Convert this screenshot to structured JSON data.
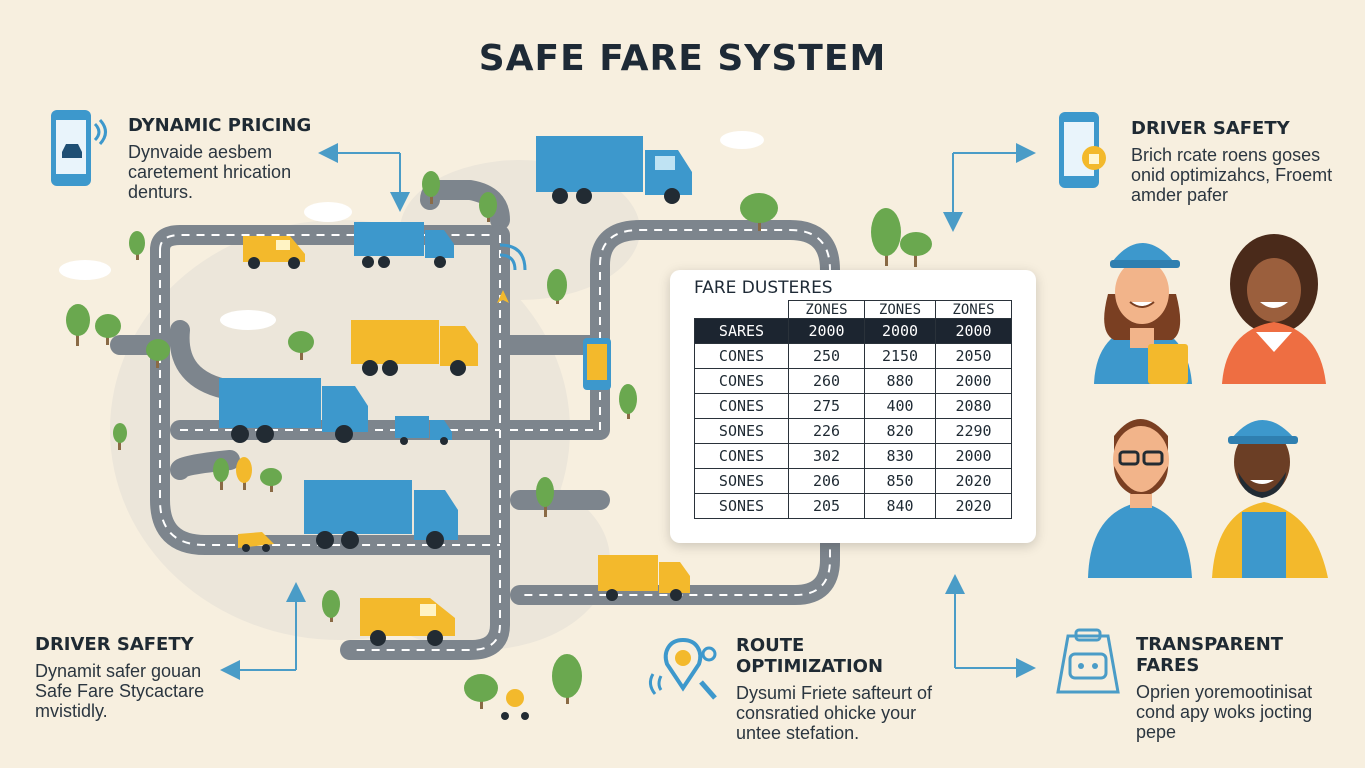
{
  "title": "SAFE FARE SYSTEM",
  "features": {
    "dynamic_pricing": {
      "heading": "DYNAMIC PRICING",
      "body": [
        "Dynvaide aesbem",
        "caretement hrication",
        "denturs."
      ]
    },
    "driver_safety_top": {
      "heading": "DRIVER SAFETY",
      "body": [
        "Brich rcate roens goses",
        "onid optimizahcs, Froemt",
        "amder pafer"
      ]
    },
    "driver_safety_bottom": {
      "heading": "DRIVER SAFETY",
      "body": [
        "Dynamit safer gouan",
        "Safe Fare Stycactare",
        "mvistidly."
      ]
    },
    "route_optimization": {
      "heading": "ROUTE OPTIMIZATION",
      "body": [
        "Dysumi Friete safteurt of",
        "consratied ohicke your",
        "untee stefation."
      ]
    },
    "transparent_fares": {
      "heading": "TRANSPARENT FARES",
      "body": [
        "Oprien yoremootinisat",
        "cond apy woks jocting",
        "pepe"
      ]
    }
  },
  "fare_table": {
    "title": "FARE DUSTERES",
    "columns": [
      "",
      "ZONES",
      "ZONES",
      "ZONES"
    ],
    "highlight_row": [
      "SARES",
      "2000",
      "2000",
      "2000"
    ],
    "rows": [
      [
        "CONES",
        "250",
        "2150",
        "2050"
      ],
      [
        "CONES",
        "260",
        "880",
        "2000"
      ],
      [
        "CONES",
        "275",
        "400",
        "2080"
      ],
      [
        "SONES",
        "226",
        "820",
        "2290"
      ],
      [
        "CONES",
        "302",
        "830",
        "2000"
      ],
      [
        "SONES",
        "206",
        "850",
        "2020"
      ],
      [
        "SONES",
        "205",
        "840",
        "2020"
      ]
    ]
  },
  "icons": [
    "phone-car-icon",
    "phone-lock-icon",
    "location-pin-icon",
    "fare-meter-icon"
  ],
  "colors": {
    "background": "#f7efdf",
    "road": "#7d858d",
    "truck_blue": "#3d98cc",
    "truck_yellow": "#f3b92c",
    "tree": "#6aa84f",
    "arrow": "#4a9cc7"
  }
}
